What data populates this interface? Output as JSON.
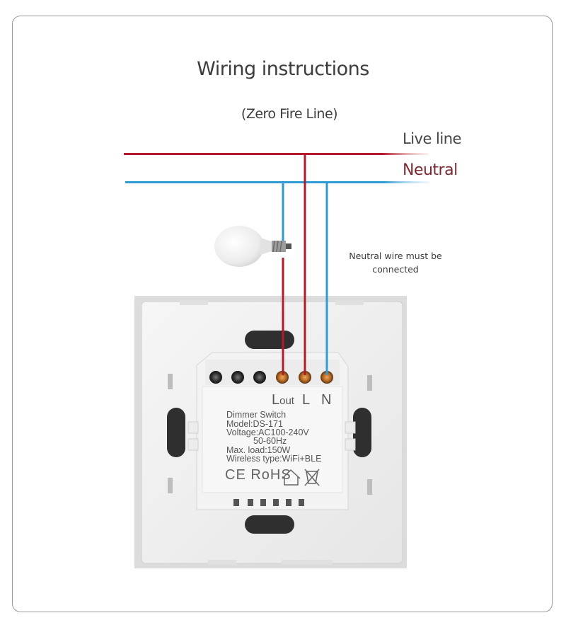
{
  "title": "Wiring instructions",
  "subtitle": "(Zero Fire Line)",
  "wires": {
    "live_label": "Live line",
    "neutral_label": "Neutral",
    "live_color": "#b31b2b",
    "neutral_color": "#2f9bd3"
  },
  "note": "Neutral wire must be connected",
  "terminals": {
    "lout_main": "L",
    "lout_sub": "out",
    "l": "L",
    "n": "N"
  },
  "spec": {
    "line1": "Dimmer Switch",
    "line2": "Model:DS-171",
    "line3": "Voltage:AC100-240V",
    "line4": "50-60Hz",
    "line5": "Max. load:150W",
    "line6": "Wireless type:WiFi+BLE"
  },
  "marks": "CE RoHS",
  "icons": [
    "light-bulb-icon",
    "home-icon",
    "crossed-bin-icon"
  ]
}
